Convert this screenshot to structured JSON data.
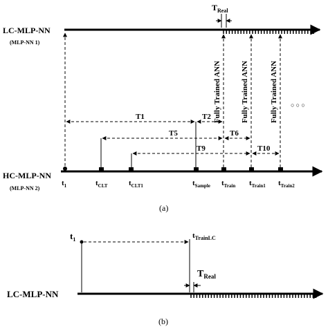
{
  "panel_a": {
    "lc_label": "LC-MLP-NN",
    "lc_sublabel": "(MLP-NN 1)",
    "hc_label": "HC-MLP-NN",
    "hc_sublabel": "(MLP-NN 2)",
    "t_real_main": "T",
    "t_real_sub": "Real",
    "fully_trained_label": "Fully Trained ANN",
    "ellipsis": "○ ○ ○",
    "time_labels": [
      {
        "main": "t",
        "sub": "1"
      },
      {
        "main": "t",
        "sub": "CLT"
      },
      {
        "main": "t",
        "sub": "CLT1"
      },
      {
        "main": "t",
        "sub": "Sample"
      },
      {
        "main": "t",
        "sub": "Train"
      },
      {
        "main": "t",
        "sub": "Train1"
      },
      {
        "main": "t",
        "sub": "Train2"
      }
    ],
    "intervals": [
      "T1",
      "T2",
      "T5",
      "T6",
      "T9",
      "T10"
    ],
    "caption": "(a)"
  },
  "panel_b": {
    "t1_main": "t",
    "t1_sub": "1",
    "ttrain_main": "t",
    "ttrain_sub": "TrainLC",
    "t_real_main": "T",
    "t_real_sub": "Real",
    "lc_label": "LC-MLP-NN",
    "caption": "(b)"
  }
}
